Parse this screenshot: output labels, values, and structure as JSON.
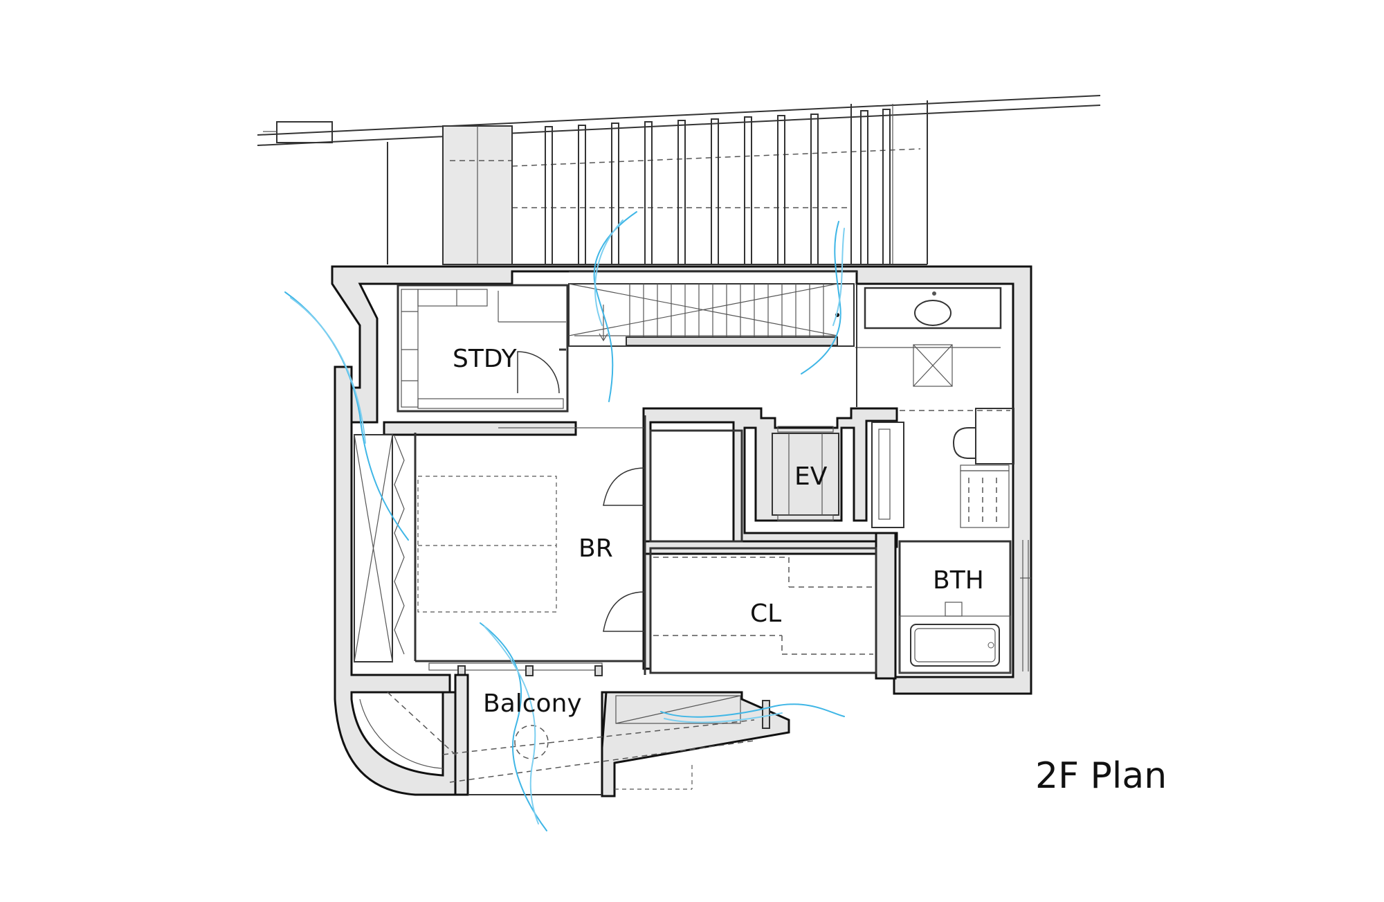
{
  "title": "2F Plan",
  "rooms": {
    "study": "STDY",
    "elevator": "EV",
    "bedroom": "BR",
    "bath": "BTH",
    "closet": "CL",
    "balcony": "Balcony"
  },
  "colors": {
    "wall_fill": "#e6e6e6",
    "line": "#111111",
    "airflow": "#3fb6e6",
    "background": "#ffffff"
  }
}
